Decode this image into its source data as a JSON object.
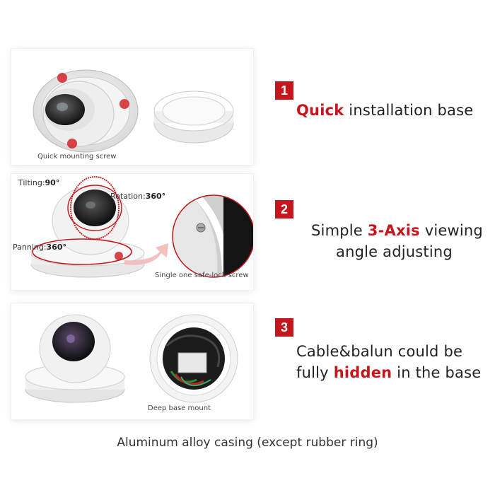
{
  "panels": [
    {
      "caption": "Quick mounting screw"
    },
    {
      "caption": "Single one safe-lock screw",
      "tilting_label": "Tilting:",
      "tilting_value": "90°",
      "rotation_label": "Rotation:",
      "rotation_value": "360°",
      "panning_label": "Panning:",
      "panning_value": "360°"
    },
    {
      "caption": "Deep base mount"
    }
  ],
  "features": [
    {
      "number": "1",
      "highlight": "Quick",
      "rest": " installation base"
    },
    {
      "number": "2",
      "pre": "Simple ",
      "highlight": "3-Axis",
      "post": " viewing",
      "line2": "angle adjusting"
    },
    {
      "number": "3",
      "line1": "Cable&balun could be",
      "pre": "fully ",
      "highlight": "hidden",
      "post": " in the base"
    }
  ],
  "footer": "Aluminum alloy casing (except rubber ring)",
  "colors": {
    "accent": "#c4161c"
  }
}
